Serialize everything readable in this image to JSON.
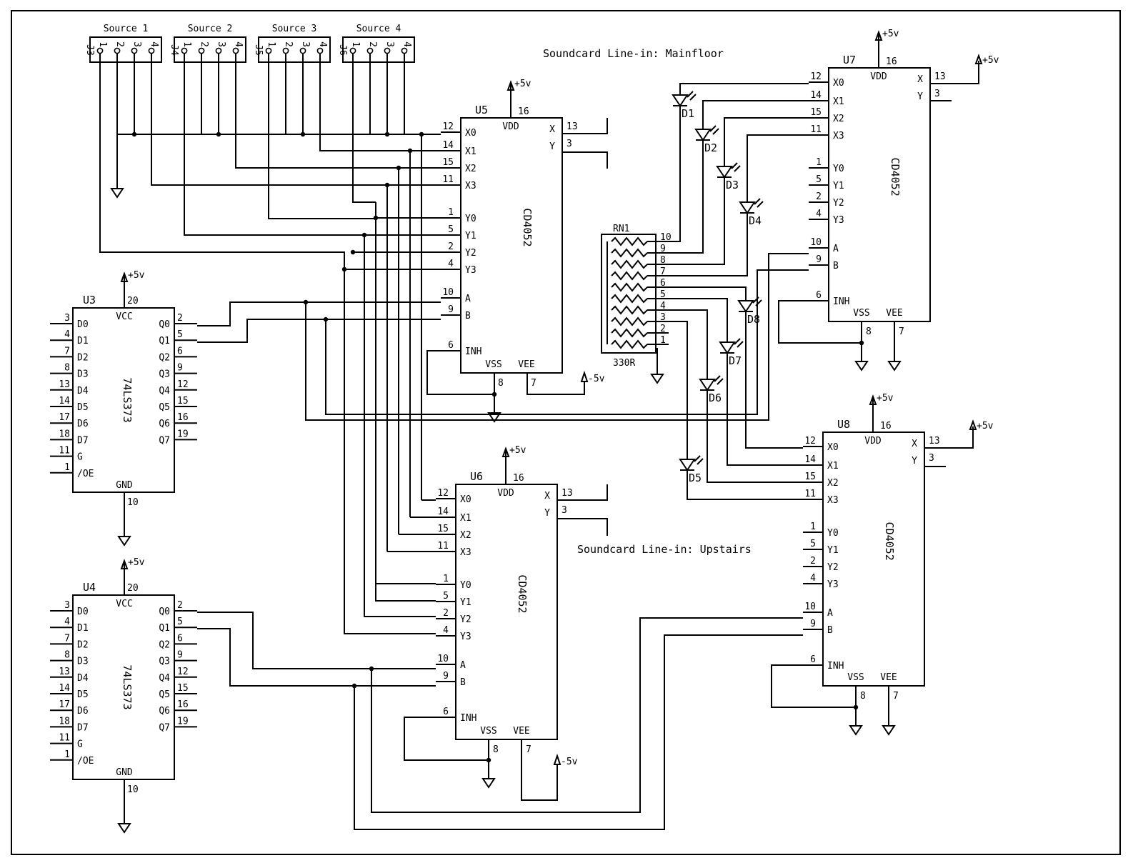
{
  "sources": [
    {
      "name": "Source 1",
      "ref": "J3",
      "pins": [
        "1",
        "2",
        "3",
        "4"
      ]
    },
    {
      "name": "Source 2",
      "ref": "J4",
      "pins": [
        "1",
        "2",
        "3",
        "4"
      ]
    },
    {
      "name": "Source 3",
      "ref": "J5",
      "pins": [
        "1",
        "2",
        "3",
        "4"
      ]
    },
    {
      "name": "Source 4",
      "ref": "J6",
      "pins": [
        "1",
        "2",
        "3",
        "4"
      ]
    }
  ],
  "notes": {
    "mainfloor": "Soundcard Line-in: Mainfloor",
    "upstairs": "Soundcard Line-in: Upstairs"
  },
  "power": {
    "pos": "+5v",
    "neg": "-5v"
  },
  "mux": {
    "part": "CD4052",
    "pins_left": [
      {
        "label": "X0",
        "num": "12"
      },
      {
        "label": "X1",
        "num": "14"
      },
      {
        "label": "X2",
        "num": "15"
      },
      {
        "label": "X3",
        "num": "11"
      },
      {
        "label": "Y0",
        "num": "1"
      },
      {
        "label": "Y1",
        "num": "5"
      },
      {
        "label": "Y2",
        "num": "2"
      },
      {
        "label": "Y3",
        "num": "4"
      },
      {
        "label": "A",
        "num": "10"
      },
      {
        "label": "B",
        "num": "9"
      },
      {
        "label": "INH",
        "num": "6"
      }
    ],
    "pins_right": [
      {
        "label": "X",
        "num": "13"
      },
      {
        "label": "Y",
        "num": "3"
      }
    ],
    "vdd": {
      "label": "VDD",
      "num": "16"
    },
    "vss": {
      "label": "VSS",
      "num": "8"
    },
    "vee": {
      "label": "VEE",
      "num": "7"
    },
    "refs": [
      "U5",
      "U6",
      "U7",
      "U8"
    ]
  },
  "latch": {
    "part": "74LS373",
    "refs": [
      "U3",
      "U4"
    ],
    "inputs": [
      {
        "label": "D0",
        "num": "3"
      },
      {
        "label": "D1",
        "num": "4"
      },
      {
        "label": "D2",
        "num": "7"
      },
      {
        "label": "D3",
        "num": "8"
      },
      {
        "label": "D4",
        "num": "13"
      },
      {
        "label": "D5",
        "num": "14"
      },
      {
        "label": "D6",
        "num": "17"
      },
      {
        "label": "D7",
        "num": "18"
      },
      {
        "label": "G",
        "num": "11"
      },
      {
        "label": "/OE",
        "num": "1"
      }
    ],
    "outputs": [
      {
        "label": "Q0",
        "num": "2"
      },
      {
        "label": "Q1",
        "num": "5"
      },
      {
        "label": "Q2",
        "num": "6"
      },
      {
        "label": "Q3",
        "num": "9"
      },
      {
        "label": "Q4",
        "num": "12"
      },
      {
        "label": "Q5",
        "num": "15"
      },
      {
        "label": "Q6",
        "num": "16"
      },
      {
        "label": "Q7",
        "num": "19"
      }
    ],
    "vcc": {
      "label": "VCC",
      "num": "20"
    },
    "gnd": {
      "label": "GND",
      "num": "10"
    }
  },
  "resnet": {
    "ref": "RN1",
    "value": "330R",
    "pins": [
      "10",
      "9",
      "8",
      "7",
      "6",
      "5",
      "4",
      "3",
      "2",
      "1"
    ]
  },
  "leds": [
    "D1",
    "D2",
    "D3",
    "D4",
    "D5",
    "D6",
    "D7",
    "D8"
  ]
}
